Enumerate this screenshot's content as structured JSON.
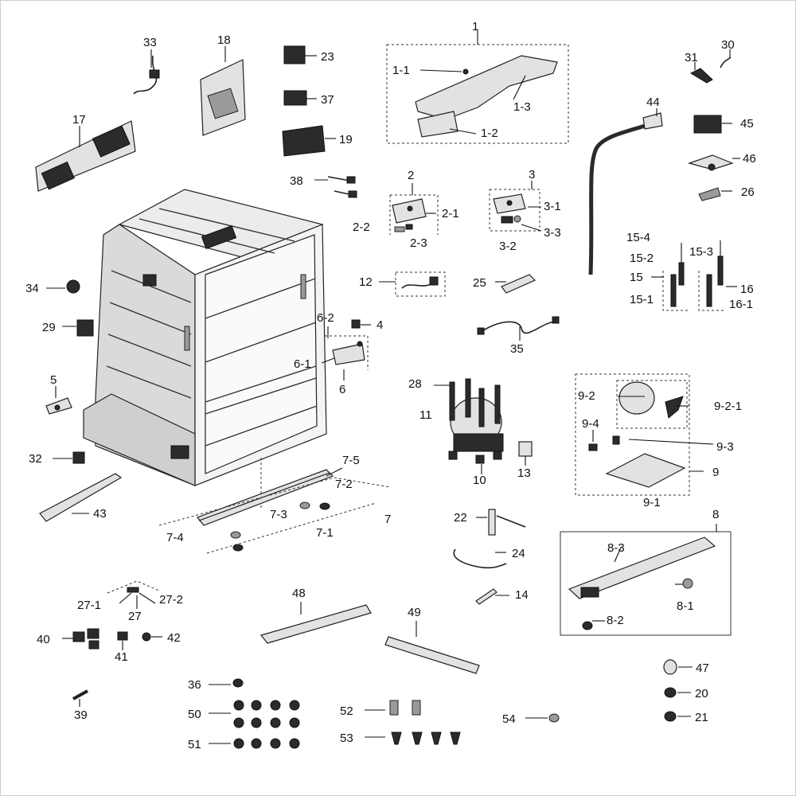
{
  "labels": {
    "l1": "1",
    "l1_1": "1-1",
    "l1_2": "1-2",
    "l1_3": "1-3",
    "l2": "2",
    "l2_1": "2-1",
    "l2_2": "2-2",
    "l2_3": "2-3",
    "l3": "3",
    "l3_1": "3-1",
    "l3_2": "3-2",
    "l3_3": "3-3",
    "l4": "4",
    "l5": "5",
    "l6": "6",
    "l6_1": "6-1",
    "l6_2": "6-2",
    "l7": "7",
    "l7_1": "7-1",
    "l7_2": "7-2",
    "l7_3": "7-3",
    "l7_4": "7-4",
    "l7_5": "7-5",
    "l8": "8",
    "l8_1": "8-1",
    "l8_2": "8-2",
    "l8_3": "8-3",
    "l9": "9",
    "l9_1": "9-1",
    "l9_2": "9-2",
    "l9_2_1": "9-2-1",
    "l9_3": "9-3",
    "l9_4": "9-4",
    "l10": "10",
    "l11": "11",
    "l12": "12",
    "l13": "13",
    "l14": "14",
    "l15": "15",
    "l15_1": "15-1",
    "l15_2": "15-2",
    "l15_3": "15-3",
    "l15_4": "15-4",
    "l16": "16",
    "l16_1": "16-1",
    "l17": "17",
    "l18": "18",
    "l19": "19",
    "l20": "20",
    "l21": "21",
    "l22": "22",
    "l23": "23",
    "l24": "24",
    "l25": "25",
    "l26": "26",
    "l27": "27",
    "l27_1": "27-1",
    "l27_2": "27-2",
    "l28": "28",
    "l29": "29",
    "l30": "30",
    "l31": "31",
    "l32": "32",
    "l33": "33",
    "l34": "34",
    "l35": "35",
    "l36": "36",
    "l37": "37",
    "l38": "38",
    "l39": "39",
    "l40": "40",
    "l41": "41",
    "l42": "42",
    "l43": "43",
    "l44": "44",
    "l45": "45",
    "l46": "46",
    "l47": "47",
    "l48": "48",
    "l49": "49",
    "l50": "50",
    "l51": "51",
    "l52": "52",
    "l53": "53",
    "l54": "54"
  }
}
